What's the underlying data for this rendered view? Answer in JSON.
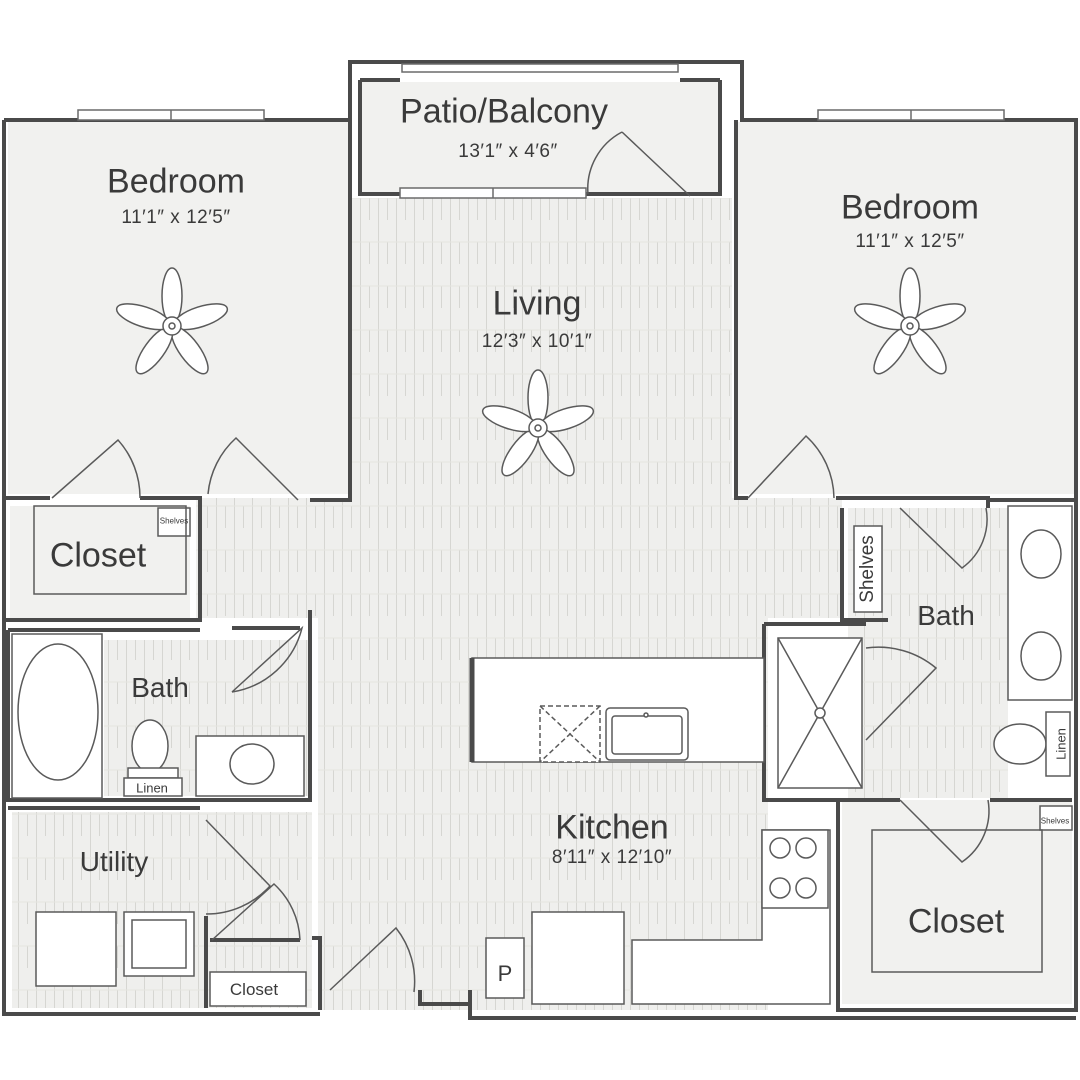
{
  "rooms": {
    "patio": {
      "name": "Patio/Balcony",
      "dims": "13′1″ x 4′6″"
    },
    "bedroom_left": {
      "name": "Bedroom",
      "dims": "11′1″ x 12′5″"
    },
    "bedroom_right": {
      "name": "Bedroom",
      "dims": "11′1″ x 12′5″"
    },
    "living": {
      "name": "Living",
      "dims": "12′3″ x 10′1″"
    },
    "kitchen": {
      "name": "Kitchen",
      "dims": "8′11″ x 12′10″"
    },
    "bath_left": {
      "name": "Bath"
    },
    "bath_right": {
      "name": "Bath"
    },
    "utility": {
      "name": "Utility"
    },
    "closet_left": {
      "name": "Closet"
    },
    "closet_right": {
      "name": "Closet"
    },
    "closet_small": {
      "name": "Closet"
    }
  },
  "labels": {
    "shelves_left": "Shelves",
    "shelves_right_vertical": "Shelves",
    "shelves_right_small": "Shelves",
    "linen_left": "Linen",
    "linen_right": "Linen",
    "pantry": "P"
  },
  "colors": {
    "wall": "#4a4a4a",
    "floor_wood": "#eeeeec",
    "floor_room": "#f1f1ef",
    "line": "#5a5a5a"
  }
}
